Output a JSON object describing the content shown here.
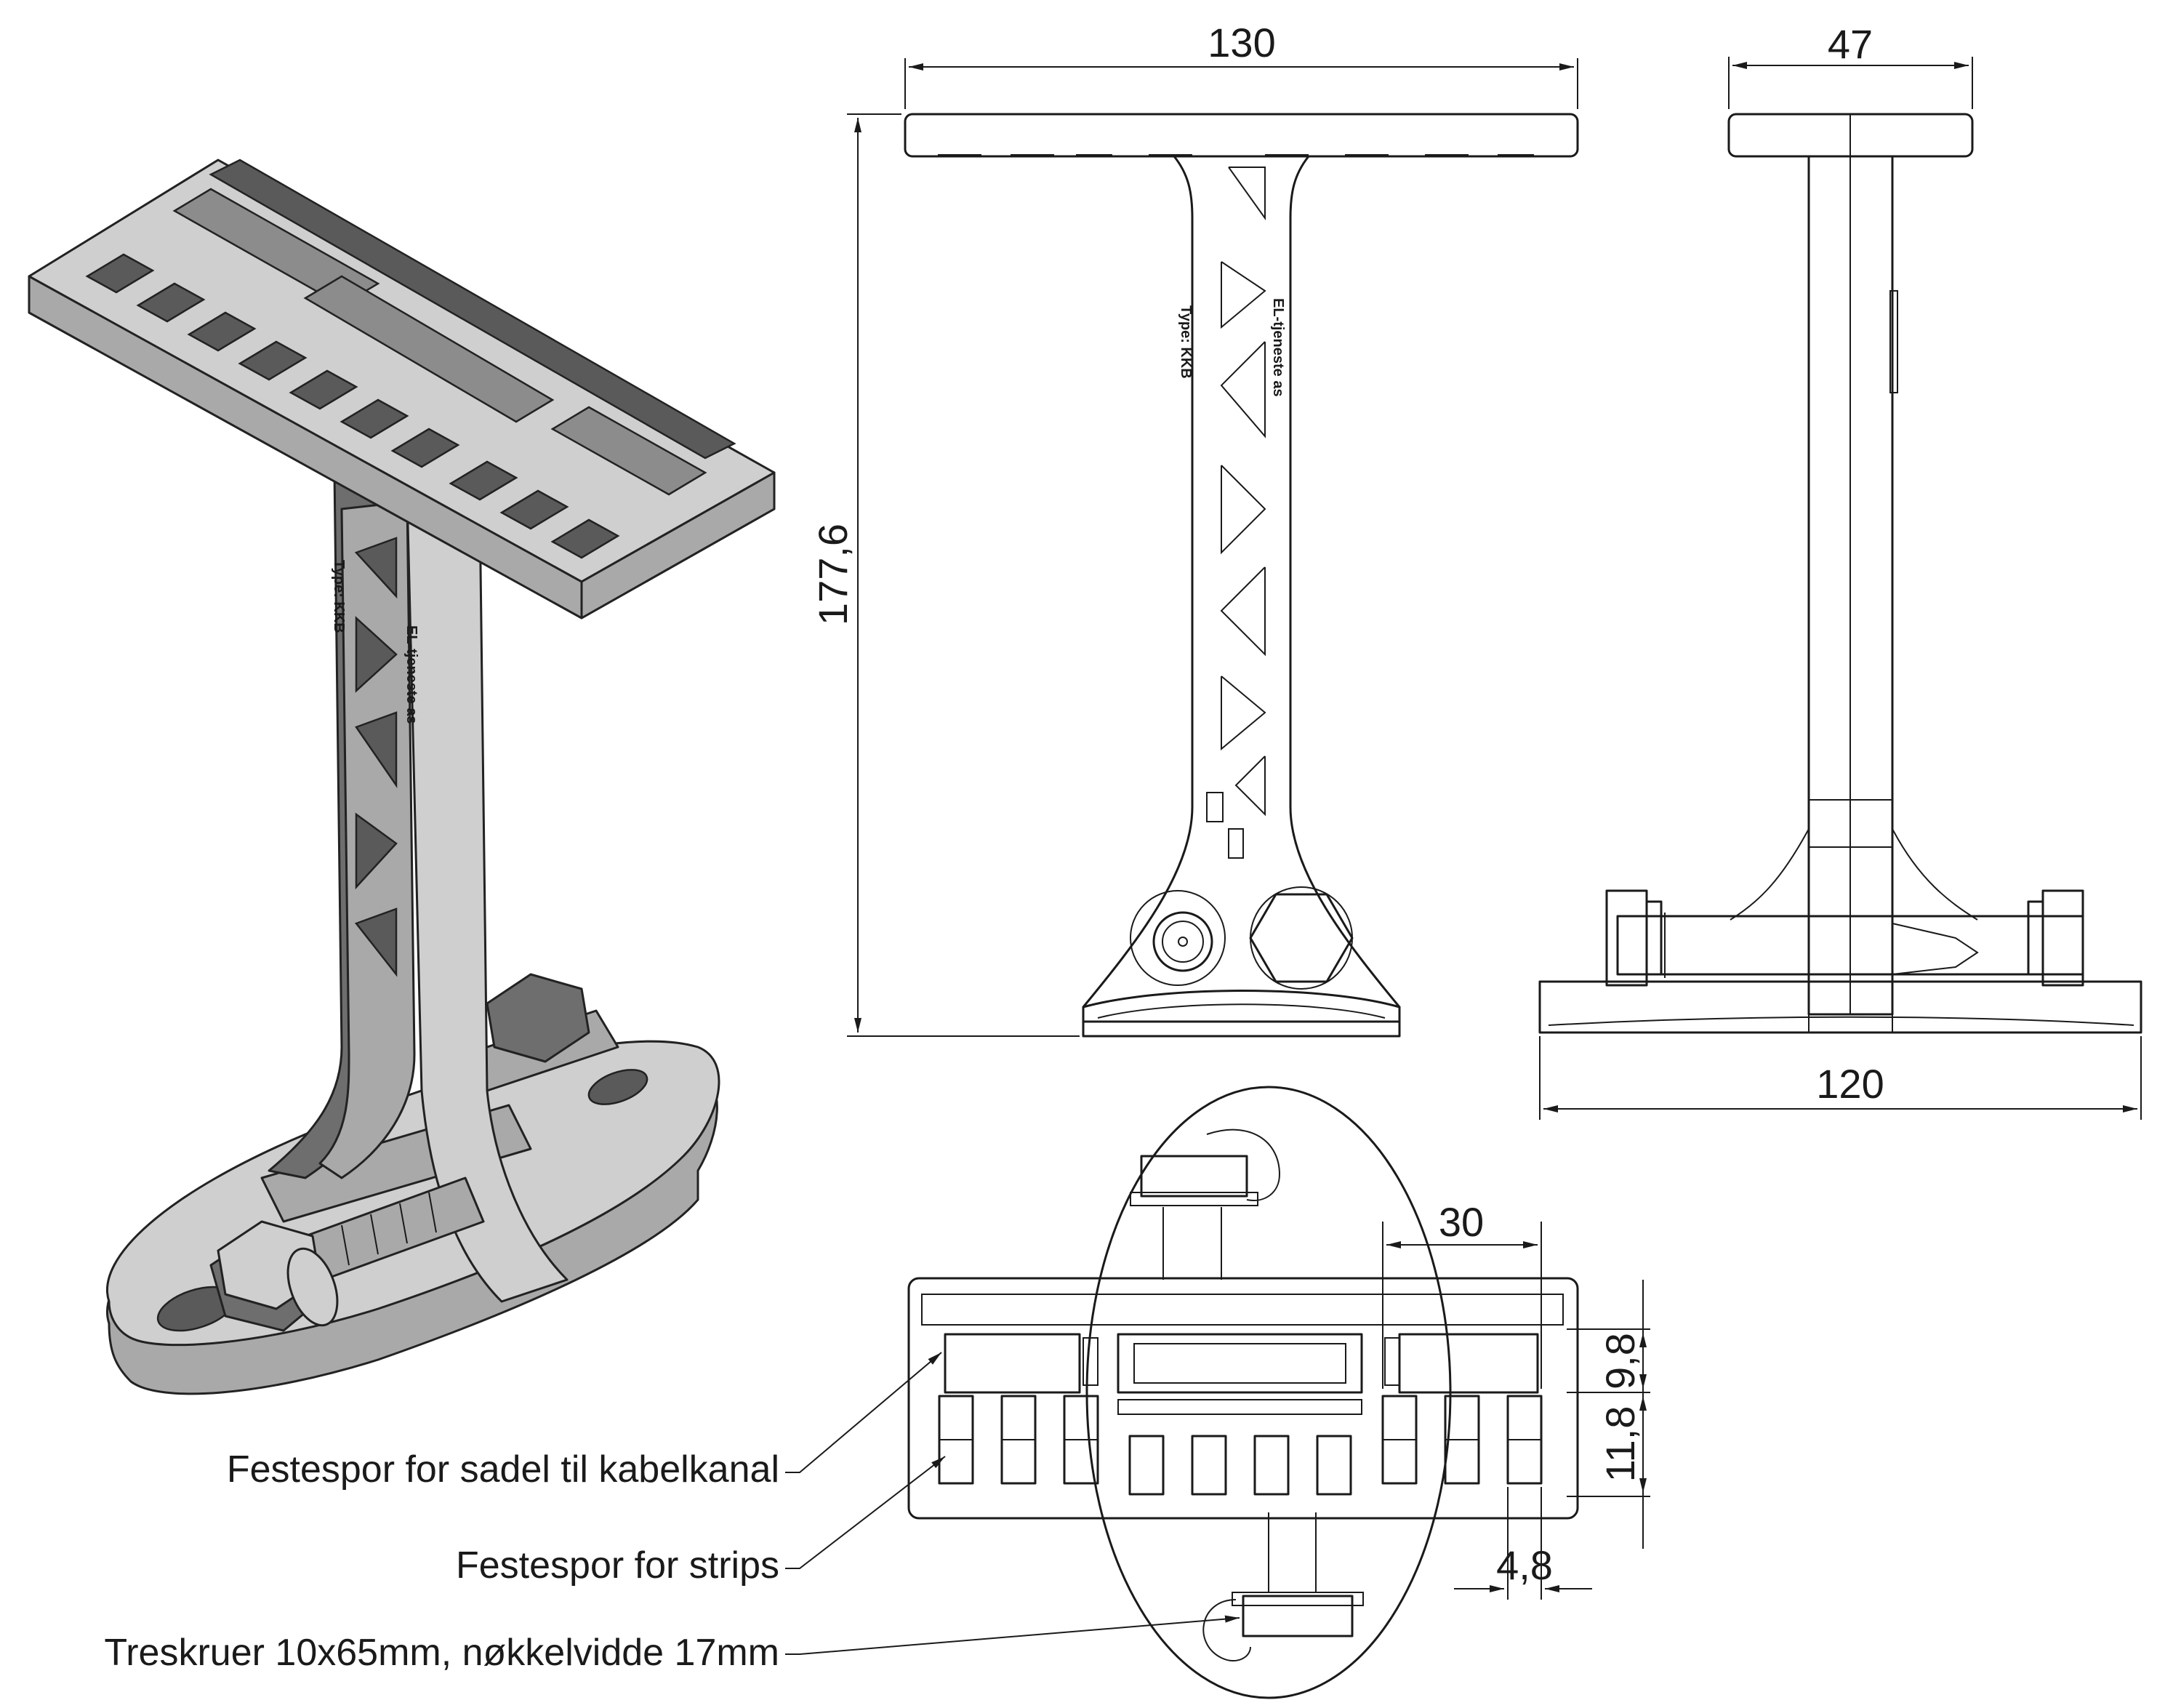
{
  "views": {
    "iso": {
      "engraving_top": "EL-tjeneste as",
      "engraving_bottom": "Type: KKB"
    },
    "front": {
      "engraving_line1": "EL-tjeneste as",
      "engraving_line2": "Type: KKB"
    }
  },
  "dimensions": {
    "front_width": "130",
    "front_height": "177,6",
    "side_width": "47",
    "side_base": "120",
    "top_slot_pitch": "30",
    "top_row1": "9,8",
    "top_row2": "11,8",
    "top_slot_width": "4,8"
  },
  "callouts": [
    {
      "label": "Festespor for sadel til kabelkanal"
    },
    {
      "label": "Festespor for strips"
    },
    {
      "label": "Treskruer 10x65mm, nøkkelvidde 17mm"
    }
  ]
}
